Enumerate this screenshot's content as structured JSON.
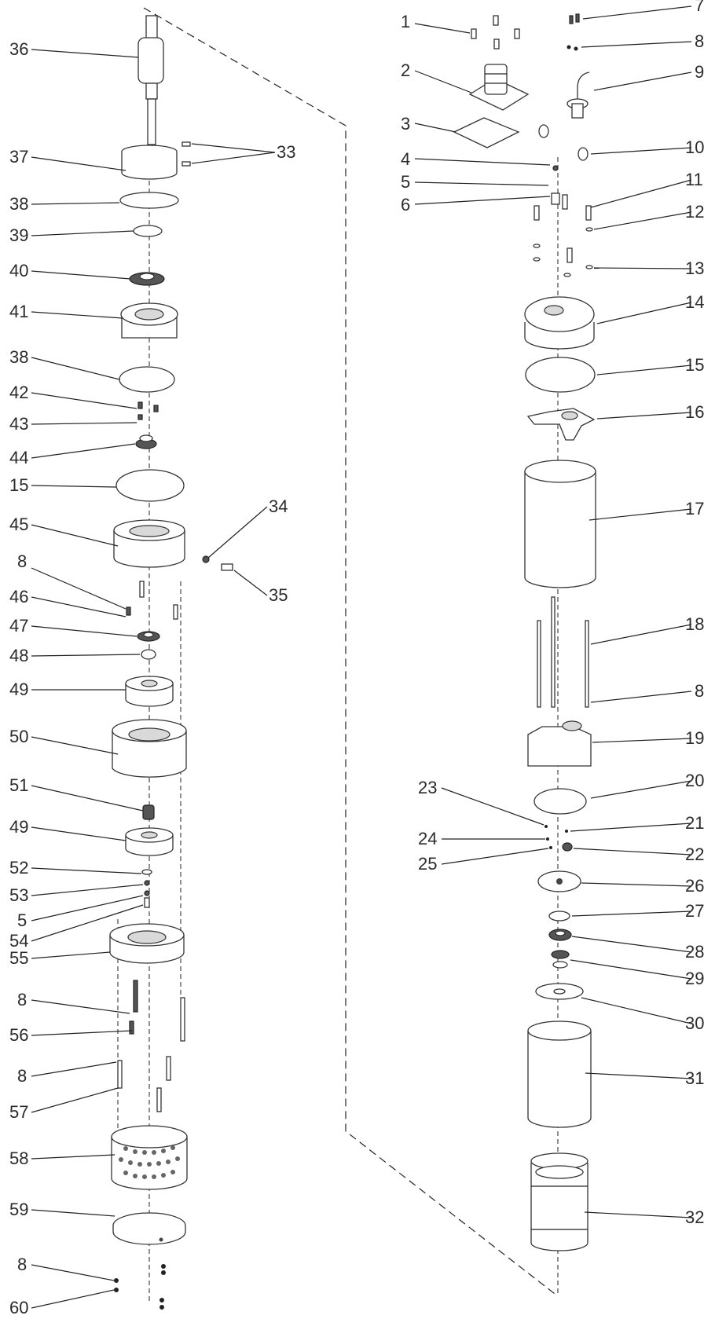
{
  "diagram": {
    "type": "exploded parts diagram",
    "part_labels": {
      "p1": "1",
      "p2": "2",
      "p3": "3",
      "p4": "4",
      "p5a": "5",
      "p6": "6",
      "p7": "7",
      "p8a": "8",
      "p9": "9",
      "p10": "10",
      "p11": "11",
      "p12": "12",
      "p13": "13",
      "p14": "14",
      "p15a": "15",
      "p16": "16",
      "p17": "17",
      "p18": "18",
      "p8b": "8",
      "p19": "19",
      "p20": "20",
      "p21": "21",
      "p22": "22",
      "p23": "23",
      "p24": "24",
      "p25": "25",
      "p26": "26",
      "p27": "27",
      "p28": "28",
      "p29": "29",
      "p30": "30",
      "p31": "31",
      "p32": "32",
      "p33": "33",
      "p34": "34",
      "p35": "35",
      "p36": "36",
      "p37": "37",
      "p38a": "38",
      "p39": "39",
      "p40": "40",
      "p41": "41",
      "p38b": "38",
      "p42": "42",
      "p43": "43",
      "p44": "44",
      "p15b": "15",
      "p45": "45",
      "p8c": "8",
      "p46": "46",
      "p47": "47",
      "p48": "48",
      "p49a": "49",
      "p50": "50",
      "p51": "51",
      "p49b": "49",
      "p52": "52",
      "p53": "53",
      "p5b": "5",
      "p54": "54",
      "p55": "55",
      "p8d": "8",
      "p56": "56",
      "p8e": "8",
      "p57": "57",
      "p58": "58",
      "p59": "59",
      "p8f": "8",
      "p60": "60"
    }
  }
}
